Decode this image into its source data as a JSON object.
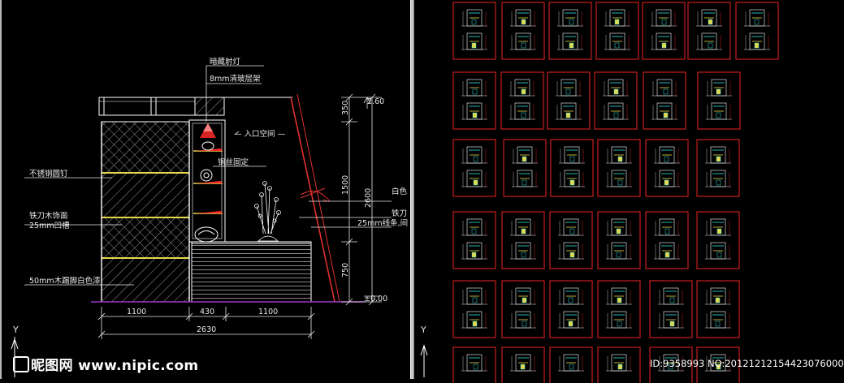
{
  "drawing": {
    "labels": {
      "hidden_light": "暗藏射灯",
      "glass_shelf": "8mm清玻层架",
      "entry_space": "入口空间",
      "steel_wire": "钢丝固定",
      "stainless_nail": "不锈钢圆钉",
      "veneer_1": "铁刀木饰面",
      "veneer_2": "25mm凹槽",
      "skirting": "50mm木踢脚白色漆",
      "white_trunc": "白色",
      "right_iron": "铁刀",
      "right_line": "25mm线条,间"
    },
    "dims": {
      "top_elev": "2.60",
      "floor_elev": "±0.00",
      "d350": "350",
      "d1500": "1500",
      "d2600": "2600",
      "d750": "750",
      "d1100a": "1100",
      "d430": "430",
      "d1100b": "1100",
      "total": "2630"
    },
    "axis": "Y"
  },
  "thumbnails": {
    "rows": [
      {
        "count": 7
      },
      {
        "count": 6
      },
      {
        "count": 6
      },
      {
        "count": 6
      },
      {
        "count": 6
      },
      {
        "count": 6
      }
    ]
  },
  "watermark": {
    "site": "昵图网 www.nipic.com",
    "id": "ID:9358993 NO:20121212154423076000"
  },
  "colors": {
    "background": "#000000",
    "line": "#ffffff",
    "dim": "#e8e8e8",
    "frame": "#c81e1e",
    "hatch": "#c8c8c8",
    "shelf": "#e8d84a",
    "light": "#ff2a2a",
    "cyan": "#33e0e0"
  }
}
